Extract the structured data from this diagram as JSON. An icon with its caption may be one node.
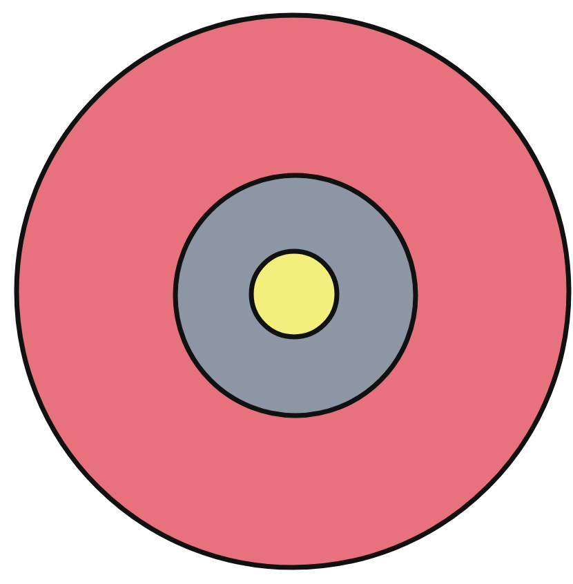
{
  "diagram": {
    "nodes": [
      {
        "text": [],
        "shape": "circle"
      },
      {
        "text": [],
        "shape": "circle",
        "in": 0
      },
      {
        "text": [],
        "shape": "circle",
        "in": 1
      }
    ]
  }
}
